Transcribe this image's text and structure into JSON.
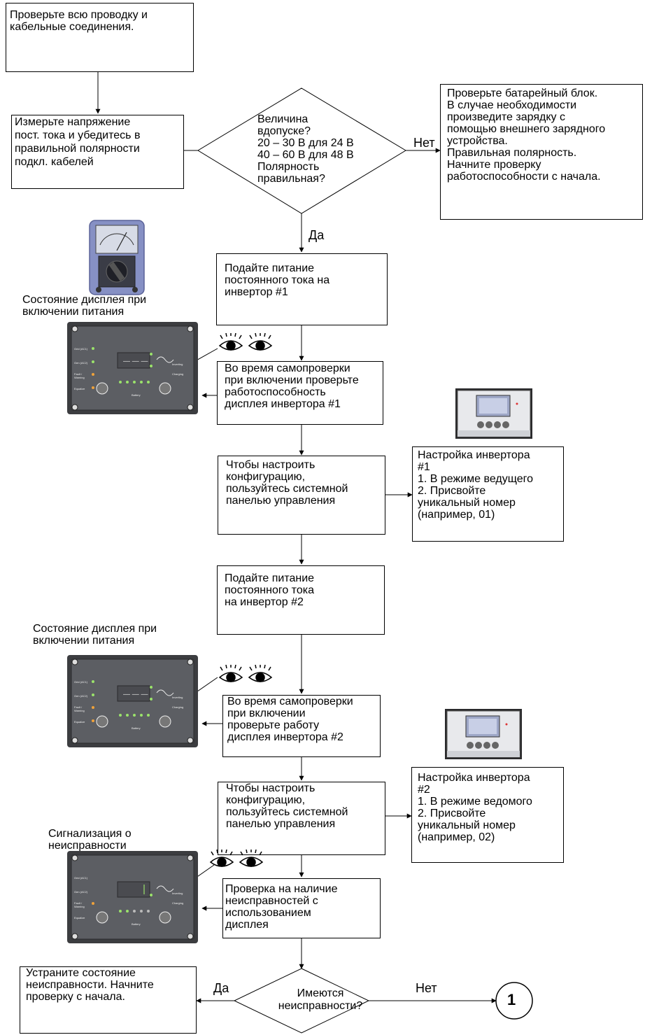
{
  "steps": {
    "check_wiring": "Проверьте всю проводку и\nкабельные соединения.",
    "measure_voltage": "Измерьте напряжение\nпост. тока и убедитесь в\nправильной полярности\nподкл. кабелей",
    "decision_voltage": "Величина\nвдопуске?\n20 – 30 В для 24 В\n40 – 60 В для 48 В\nПолярность\nправильная?",
    "check_battery": "Проверьте батарейный блок.\nВ случае необходимости\nпроизведите зарядку с\nпомощью внешнего зарядного\nустройства.\nПравильная полярность.\nНачните проверку\nработоспособности с начала.",
    "power_inv1": "Подайте питание\nпостоянного тока на\nинвертор #1",
    "selftest_inv1": "Во время самопроверки\nпри включении проверьте\nработоспособность\nдисплея инвертора #1",
    "config_inv1": "Чтобы настроить\nконфигурацию,\nпользуйтесь системной\nпанелью управления",
    "setup_inv1": "Настройка инвертора\n#1\n1. В режиме ведущего\n2. Присвойте\nуникальный номер\n(например, 01)",
    "power_inv2": "Подайте питание\nпостоянного тока\nна инвертор #2",
    "selftest_inv2": "Во время самопроверки\nпри включении\nпроверьте работу\nдисплея инвертора #2",
    "config_inv2": "Чтобы настроить\nконфигурацию,\nпользуйтесь системной\nпанелью управления",
    "setup_inv2": "Настройка инвертора\n#2\n1. В режиме ведомого\n2. Присвойте\nуникальный номер\n(например, 02)",
    "fault_check": "Проверка на наличие\nнеисправностей с\nиспользованием\nдисплея",
    "decision_faults": "Имеются\nнеисправности?",
    "fix_fault": "Устраните состояние\nнеисправности. Начните\nпроверку с начала."
  },
  "labels": {
    "no_1": "Нет",
    "yes_1": "Да",
    "yes_2": "Да",
    "no_2": "Нет",
    "connector": "1",
    "display_state_1": "Состояние дисплея при\nвключении питания",
    "display_state_2": "Состояние дисплея при\nвключении питания",
    "fault_signal": "Сигнализация о\nнеисправности"
  },
  "panel_text": {
    "row1": "Grid (AC1)",
    "row2": "Gen (AC2)",
    "row3": "Fault /\nWarning",
    "row4": "Equalize",
    "inverting": "Inverting",
    "charging": "Charging",
    "battery": "Battery"
  },
  "colors": {
    "panel_body": "#5c5e63",
    "panel_frame": "#3c3d40",
    "led_green": "#9be36b",
    "led_amber": "#f0a23a",
    "meter_blue": "#8690c4"
  }
}
